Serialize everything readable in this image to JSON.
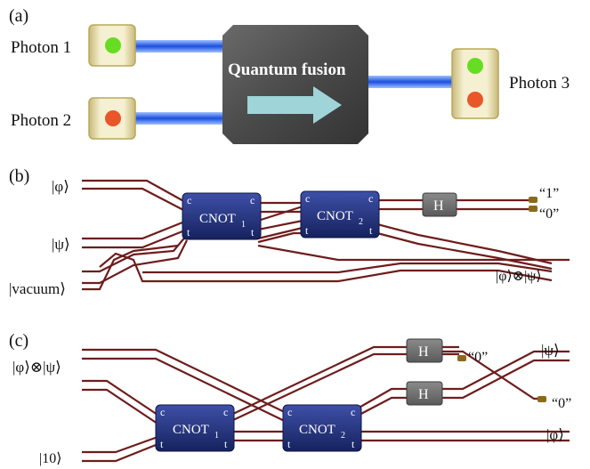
{
  "panel_a": {
    "tag": "(a)",
    "photon1_label": "Photon 1",
    "photon2_label": "Photon 2",
    "photon3_label": "Photon 3",
    "fusion_label": "Quantum fusion",
    "colors": {
      "green_dot": "#66dd22",
      "orange_dot": "#e8562a",
      "beam": "#1a55dd",
      "fusion_box": "#555555",
      "arrow": "#9fd4d8",
      "photon_card": "#efe8c0"
    }
  },
  "panel_b": {
    "tag": "(b)",
    "input_phi": "|φ⟩",
    "input_psi": "|ψ⟩",
    "input_vacuum": "|vacuum⟩",
    "cnot1_label": "CNOT",
    "cnot1_sub": "1",
    "cnot2_label": "CNOT",
    "cnot2_sub": "2",
    "control_mark": "c",
    "target_mark": "t",
    "h_label": "H",
    "out_one": "“1”",
    "out_zero": "“0”",
    "output_label": "|φ⟩⊗|ψ⟩"
  },
  "panel_c": {
    "tag": "(c)",
    "input_label": "|φ⟩⊗|ψ⟩",
    "input_ancilla": "|10⟩",
    "cnot1_label": "CNOT",
    "cnot1_sub": "1",
    "cnot2_label": "CNOT",
    "cnot2_sub": "2",
    "control_mark": "c",
    "target_mark": "t",
    "h_label": "H",
    "out_zero_a": "“0”",
    "out_zero_b": "“0”",
    "out_psi": "|ψ⟩",
    "out_phi": "|φ⟩"
  },
  "colors": {
    "wire": "#6e1d1d",
    "cnot_fill": "#1f2e7a",
    "h_fill": "#6f6f6f",
    "detector": "#8a6a1a"
  }
}
